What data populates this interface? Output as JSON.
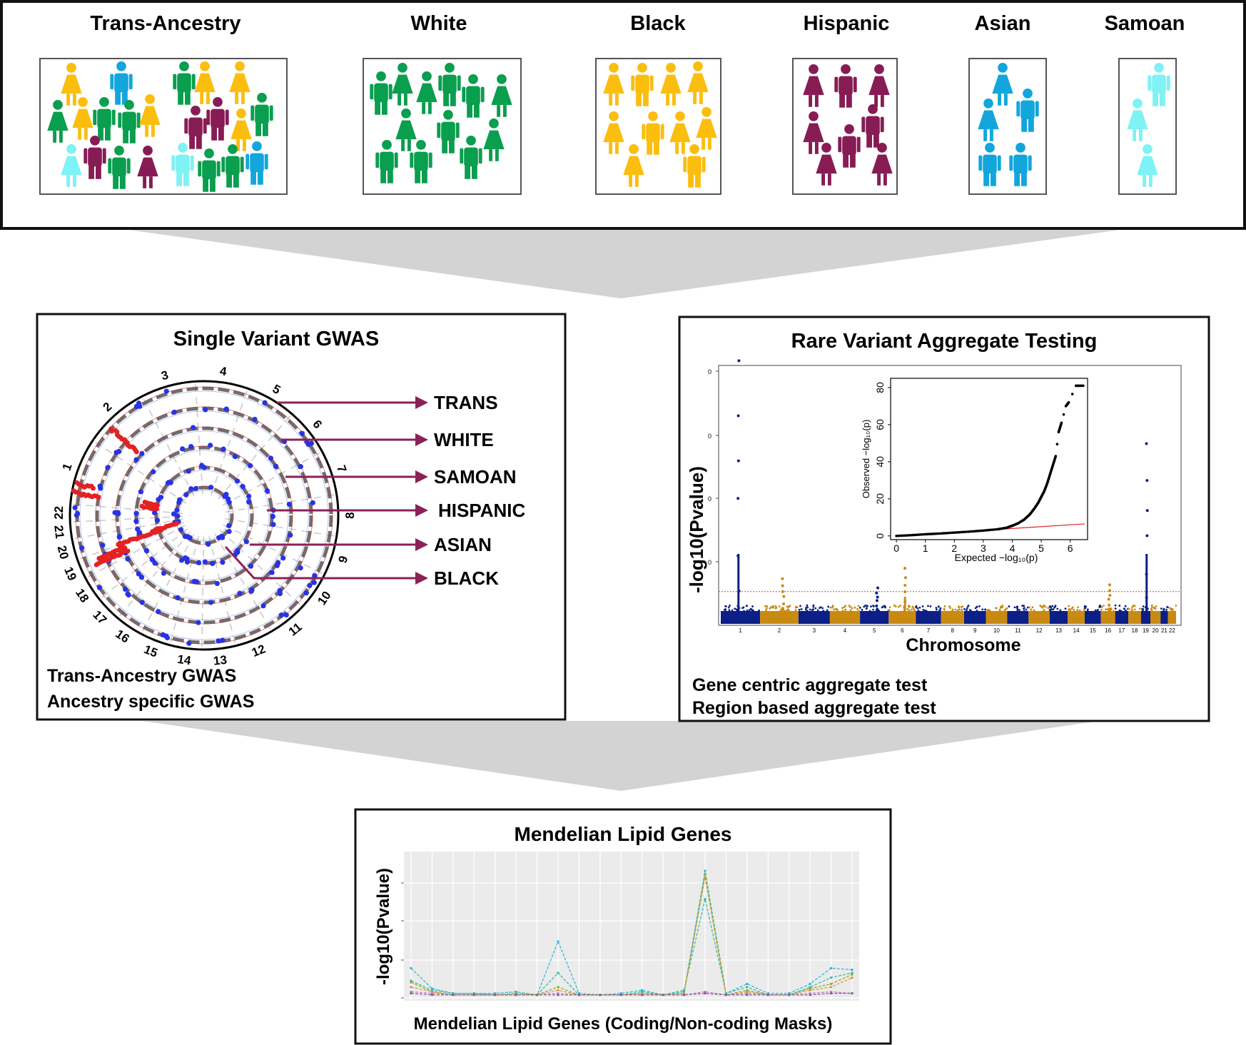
{
  "top_panel": {
    "groups": [
      {
        "key": "trans",
        "label": "Trans-Ancestry"
      },
      {
        "key": "white",
        "label": "White"
      },
      {
        "key": "black",
        "label": "Black"
      },
      {
        "key": "hispanic",
        "label": "Hispanic"
      },
      {
        "key": "asian",
        "label": "Asian"
      },
      {
        "key": "samoan",
        "label": "Samoan"
      }
    ]
  },
  "colors": {
    "white": "#0a9e4f",
    "black": "#fbbe0f",
    "hispanic": "#871c55",
    "asian": "#12a6dc",
    "samoan": "#7ef2f4",
    "arrow": "#8b2257",
    "manhattan_dark": "#0b1f86",
    "manhattan_light": "#c98a12",
    "gwas_hit": "#e32222",
    "gwas_point": "#2633e6",
    "panel_border": "#111111",
    "funnel": "#d3d3d3"
  },
  "gwas_panel": {
    "title": "Single Variant GWAS",
    "chromosomes": [
      "1",
      "2",
      "3",
      "4",
      "5",
      "6",
      "7",
      "8",
      "9",
      "10",
      "11",
      "12",
      "13",
      "14",
      "15",
      "16",
      "17",
      "18",
      "19",
      "20",
      "21",
      "22"
    ],
    "rings": [
      "TRANS",
      "WHITE",
      "SAMOAN",
      "HISPANIC",
      "ASIAN",
      "BLACK"
    ],
    "caption_line1": "Trans-Ancestry GWAS",
    "caption_line2": "Ancestry specific GWAS"
  },
  "rare_panel": {
    "title": "Rare Variant Aggregate Testing",
    "ylabel": "-log10(Pvalue)",
    "xlabel": "Chromosome",
    "y_tick": "0",
    "caption_line1": "Gene centric aggregate test",
    "caption_line2": "Region based aggregate test",
    "qq": {
      "xlabel": "Expected  −log₁₀(p)",
      "ylabel": "Observed  −log₁₀(p)"
    }
  },
  "mendel_panel": {
    "title": "Mendelian Lipid Genes",
    "ylabel": "-log10(Pvalue)",
    "caption": "Mendelian Lipid Genes (Coding/Non-coding Masks)"
  },
  "chart_data": [
    {
      "type": "scatter",
      "title": "",
      "xlabel": "Chromosome",
      "ylabel": "-log10(Pvalue)",
      "categories": [
        "1",
        "2",
        "3",
        "4",
        "5",
        "6",
        "7",
        "8",
        "9",
        "10",
        "11",
        "12",
        "13",
        "14",
        "15",
        "16",
        "17",
        "18",
        "19",
        "20",
        "21",
        "22"
      ],
      "peaks": [
        {
          "chromosome": "1",
          "max": 4.1
        },
        {
          "chromosome": "2",
          "max": 0.55
        },
        {
          "chromosome": "5",
          "max": 0.4
        },
        {
          "chromosome": "6",
          "max": 0.72
        },
        {
          "chromosome": "16",
          "max": 0.45
        },
        {
          "chromosome": "19",
          "max": 2.75
        }
      ],
      "threshold": 0.34
    },
    {
      "type": "scatter",
      "title": "",
      "xlabel": "Expected  −log₁₀(p)",
      "ylabel": "Observed  −log₁₀(p)",
      "xlim": [
        -0.2,
        6.6
      ],
      "ylim": [
        -2,
        85
      ],
      "x_ticks": [
        0,
        1,
        2,
        3,
        4,
        5,
        6
      ],
      "y_ticks": [
        0,
        20,
        40,
        60,
        80
      ],
      "points": [
        [
          0.0,
          0.0
        ],
        [
          0.5,
          0.4
        ],
        [
          1.0,
          0.9
        ],
        [
          1.5,
          1.3
        ],
        [
          2.0,
          1.8
        ],
        [
          2.5,
          2.3
        ],
        [
          3.0,
          2.9
        ],
        [
          3.5,
          3.6
        ],
        [
          3.8,
          4.4
        ],
        [
          4.0,
          5.5
        ],
        [
          4.2,
          6.8
        ],
        [
          4.4,
          8.7
        ],
        [
          4.6,
          11.5
        ],
        [
          4.75,
          14.5
        ],
        [
          4.9,
          18.0
        ],
        [
          5.0,
          21.0
        ],
        [
          5.1,
          24.0
        ],
        [
          5.2,
          28.0
        ],
        [
          5.3,
          33.0
        ],
        [
          5.4,
          38.0
        ],
        [
          5.5,
          43.0
        ],
        [
          5.6,
          56.0
        ],
        [
          5.7,
          61.0
        ],
        [
          5.85,
          70.0
        ],
        [
          5.95,
          72.0
        ],
        [
          6.2,
          81.0
        ],
        [
          6.45,
          81.0
        ]
      ],
      "reference_line": {
        "from": [
          0,
          0
        ],
        "to": [
          6.5,
          6.5
        ]
      }
    },
    {
      "type": "line",
      "title": "",
      "xlabel": "",
      "ylabel": "-log10(Pvalue)",
      "series": [
        {
          "values": [
            18,
            5,
            2,
            2,
            2,
            3,
            1,
            35,
            2,
            1,
            2,
            4,
            1,
            3,
            80,
            2,
            8,
            2,
            2,
            8,
            18,
            17
          ]
        },
        {
          "values": [
            10,
            4,
            2,
            2,
            1,
            2,
            1,
            15,
            1,
            1,
            1,
            3,
            1,
            4,
            62,
            2,
            6,
            1,
            1,
            6,
            12,
            15
          ]
        },
        {
          "values": [
            9,
            3,
            1,
            1,
            1,
            2,
            1,
            6,
            1,
            1,
            1,
            2,
            1,
            2,
            78,
            1,
            4,
            1,
            1,
            5,
            8,
            14
          ]
        },
        {
          "values": [
            6,
            3,
            1,
            1,
            1,
            1,
            1,
            4,
            1,
            1,
            1,
            2,
            1,
            2,
            76,
            1,
            3,
            1,
            1,
            4,
            6,
            12
          ]
        },
        {
          "values": [
            3,
            2,
            1,
            1,
            1,
            1,
            1,
            2,
            1,
            1,
            1,
            1,
            1,
            1,
            3,
            1,
            2,
            1,
            1,
            2,
            3,
            2
          ]
        },
        {
          "values": [
            2,
            1,
            1,
            1,
            1,
            1,
            1,
            1,
            1,
            1,
            1,
            1,
            1,
            1,
            2,
            1,
            1,
            1,
            1,
            1,
            2,
            2
          ]
        }
      ]
    }
  ]
}
